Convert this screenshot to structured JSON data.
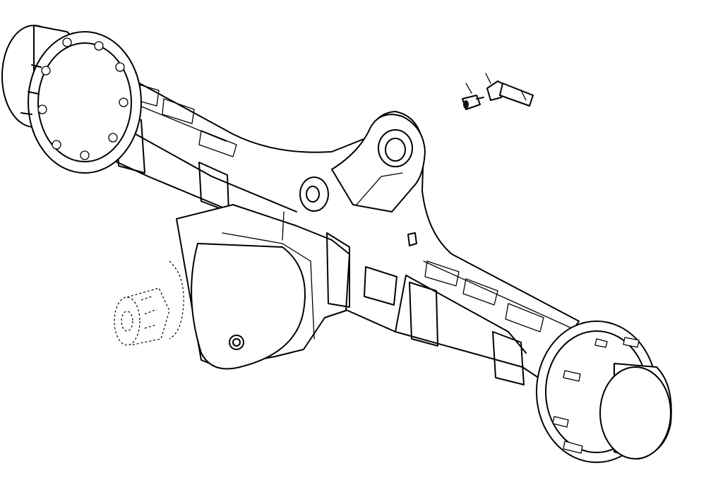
{
  "diagram": {
    "components": [
      {
        "id": "left-wheel-hub",
        "icon": "hub-icon"
      },
      {
        "id": "axle-housing",
        "icon": "axle-icon"
      },
      {
        "id": "pivot-bracket",
        "icon": "bracket-icon"
      },
      {
        "id": "differential-housing",
        "icon": "differential-icon"
      },
      {
        "id": "input-flange",
        "icon": "flange-icon"
      },
      {
        "id": "right-wheel-hub",
        "icon": "hub-icon"
      },
      {
        "id": "grease-fitting",
        "icon": "fitting-icon"
      },
      {
        "id": "breather-elbow",
        "icon": "elbow-icon"
      }
    ],
    "colors": {
      "line": "#000000",
      "background": "#ffffff"
    }
  }
}
